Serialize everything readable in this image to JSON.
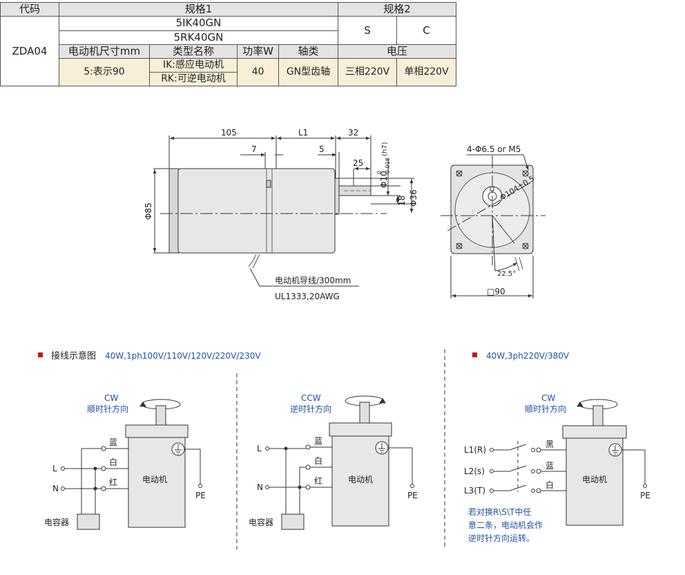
{
  "table": {
    "h_code": "代码",
    "h_spec1": "规格1",
    "h_spec2": "规格2",
    "model_ik": "5IK40GN",
    "model_rk": "5RK40GN",
    "spec2_s": "S",
    "spec2_c": "C",
    "code": "ZDA04",
    "h_size": "电动机尺寸mm",
    "h_type": "类型名称",
    "h_power": "功率W",
    "h_shaft": "轴类",
    "h_voltage": "电压",
    "v_size": "5:表示90",
    "v_type_ik": "IK:感应电动机",
    "v_type_rk": "RK:可逆电动机",
    "v_power": "40",
    "v_shaft": "GN型齿轴",
    "v_volt_s": "三相220V",
    "v_volt_c": "单相220V"
  },
  "side_view": {
    "dim_105": "105",
    "dim_L1": "L1",
    "dim_32": "32",
    "dim_7": "7",
    "dim_5": "5",
    "dim_25": "25",
    "dia_85": "Φ85",
    "dia_10_main": "Φ10",
    "dia_10_tol_top": "0",
    "dia_10_tol_bot": "-0.018",
    "dia_10_fit": "(h7)",
    "dim_18": "18",
    "dia_36": "Φ36",
    "lead_note_1": "电动机导线/300mm",
    "lead_note_2": "UL1333,20AWG"
  },
  "front_view": {
    "holes": "4-Φ6.5 or M5",
    "pcd": "Φ104±0.5",
    "angle": "22.5°",
    "square": "□90"
  },
  "wiring": {
    "title_1": "接线示意图",
    "title_1_sub": "40W,1ph100V/110V/120V/220V/230V",
    "title_2": "40W,3ph220V/380V",
    "cw": "CW",
    "cw_cn": "顺时针方向",
    "ccw": "CCW",
    "ccw_cn": "逆时针方向",
    "blue": "蓝",
    "white": "白",
    "red": "红",
    "black": "黑",
    "motor": "电动机",
    "L": "L",
    "N": "N",
    "PE": "PE",
    "capacitor": "电容器",
    "L1": "L1(R)",
    "L2": "L2(s)",
    "L3": "L3(T)",
    "note_1": "若对换R\\S\\T中任",
    "note_2": "意二条，电动机会作",
    "note_3": "逆时针方向运转。"
  },
  "colors": {
    "accent_red": "#cc1111",
    "note_blue": "#1f4fa8",
    "motor_fill": "#e7e7e7",
    "table_header": "#e4e4e4",
    "table_value": "#f7efd7"
  }
}
